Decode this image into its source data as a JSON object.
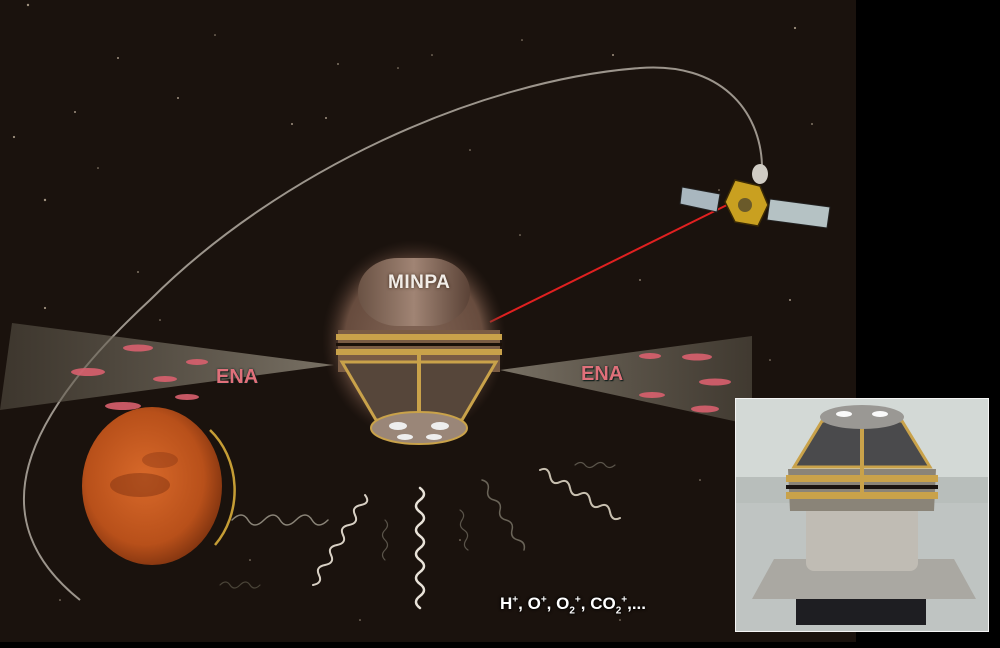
{
  "figure": {
    "instrument_label": "MINPA",
    "ena_left_label": "ENA",
    "ena_right_label": "ENA",
    "ions_label": {
      "h": "H",
      "h_charge": "+",
      "o": "O",
      "o_charge": "+",
      "o2": "O",
      "o2_sub": "2",
      "o2_charge": "+",
      "co2": "CO",
      "co2_sub": "2",
      "co2_charge": "+",
      "ellipsis": ",..."
    }
  },
  "colors": {
    "space_background": "#1a120d",
    "frame": "#000000",
    "laser_line": "#e02020",
    "ena_text": "#e0707a",
    "ena_particles": "#d9606e",
    "mars": "#c8561c",
    "gold_trim": "#c9a24a",
    "orbit_line": "#9c958c"
  },
  "components": [
    {
      "name": "mars-planet",
      "description": "Mars"
    },
    {
      "name": "orbiter-spacecraft",
      "description": "Mars orbiter with solar panels and dish"
    },
    {
      "name": "minpa-instrument",
      "description": "MINPA instrument illustration"
    },
    {
      "name": "ena-cone-left",
      "description": "ENA detection cone (left)"
    },
    {
      "name": "ena-cone-right",
      "description": "ENA detection cone (right)"
    },
    {
      "name": "ion-waves",
      "description": "Incoming ion wave trails"
    },
    {
      "name": "instrument-photo",
      "description": "Photograph of MINPA flight hardware"
    }
  ]
}
